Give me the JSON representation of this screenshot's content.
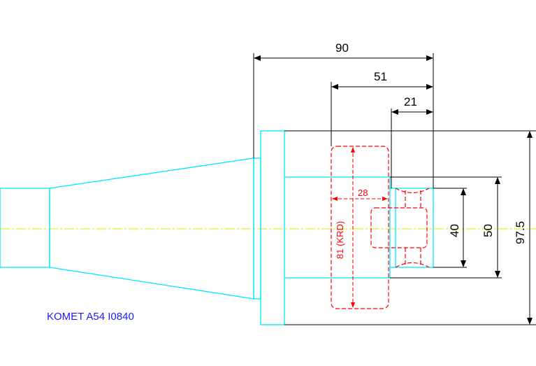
{
  "colors": {
    "outline": "#00e5ff",
    "centerline": "#e6e600",
    "dimension": "#000000",
    "cutout": "#ff0000",
    "title": "#1a1aff",
    "background": "#ffffff"
  },
  "dimensions": {
    "overall_length": "90",
    "mid_length": "51",
    "short_length": "21",
    "bore_diameter": "40",
    "flange_inner": "50",
    "flange_outer": "97.5"
  },
  "cutout": {
    "depth_label": "28",
    "radius_label": "81 (KRD)"
  },
  "title": "KOMET A54 I0840"
}
